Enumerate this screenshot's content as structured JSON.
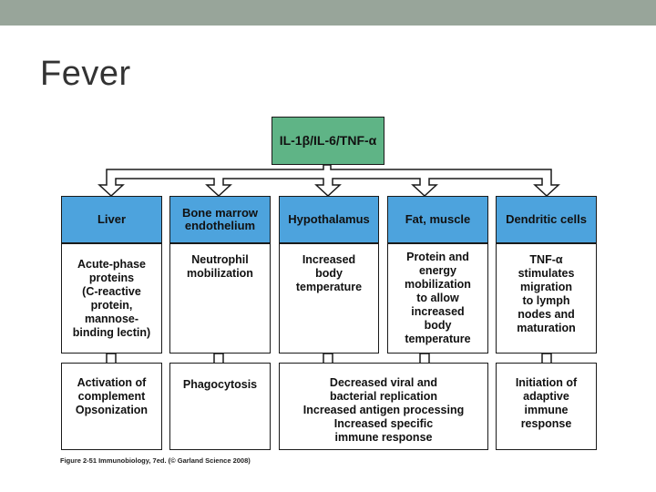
{
  "slide": {
    "title": "Fever",
    "accent_color": "#98a59a"
  },
  "diagram": {
    "root": "IL-1β/IL-6/TNF-α",
    "columns": [
      {
        "header": "Liver",
        "effect": "Acute-phase\nproteins\n(C-reactive\nprotein,\nmannose-\nbinding lectin)"
      },
      {
        "header": "Bone marrow\nendothelium",
        "effect": "Neutrophil\nmobilization"
      },
      {
        "header": "Hypothalamus",
        "effect": "Increased\nbody\ntemperature"
      },
      {
        "header": "Fat, muscle",
        "effect": "Protein and\nenergy\nmobilization\nto allow\nincreased\nbody\ntemperature"
      },
      {
        "header": "Dendritic cells",
        "effect": "TNF-α\nstimulates\nmigration\nto lymph\nnodes and\nmaturation"
      }
    ],
    "outcomes": [
      "Activation of\ncomplement\nOpsonization",
      "Phagocytosis",
      "Decreased viral and\nbacterial replication\nIncreased antigen processing\nIncreased specific\nimmune response",
      "Initiation of\nadaptive\nimmune\nresponse"
    ],
    "colors": {
      "root": "#5fb486",
      "header": "#4da3dd"
    },
    "caption": "Figure 2-51 Immunobiology, 7ed. (© Garland Science 2008)"
  }
}
